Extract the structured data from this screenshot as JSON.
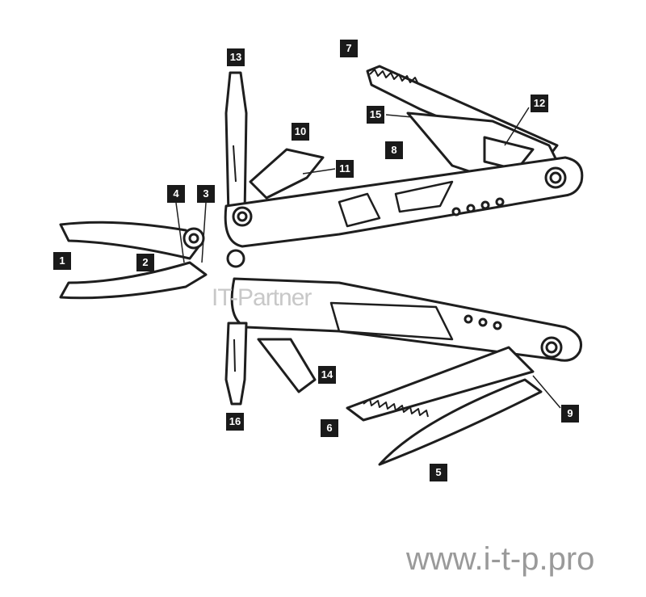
{
  "callouts": [
    "1",
    "2",
    "3",
    "4",
    "5",
    "6",
    "7",
    "8",
    "9",
    "10",
    "11",
    "12",
    "13",
    "14",
    "15",
    "16"
  ],
  "watermark": "IT-Partner",
  "website": "www.i-t-p.pro"
}
